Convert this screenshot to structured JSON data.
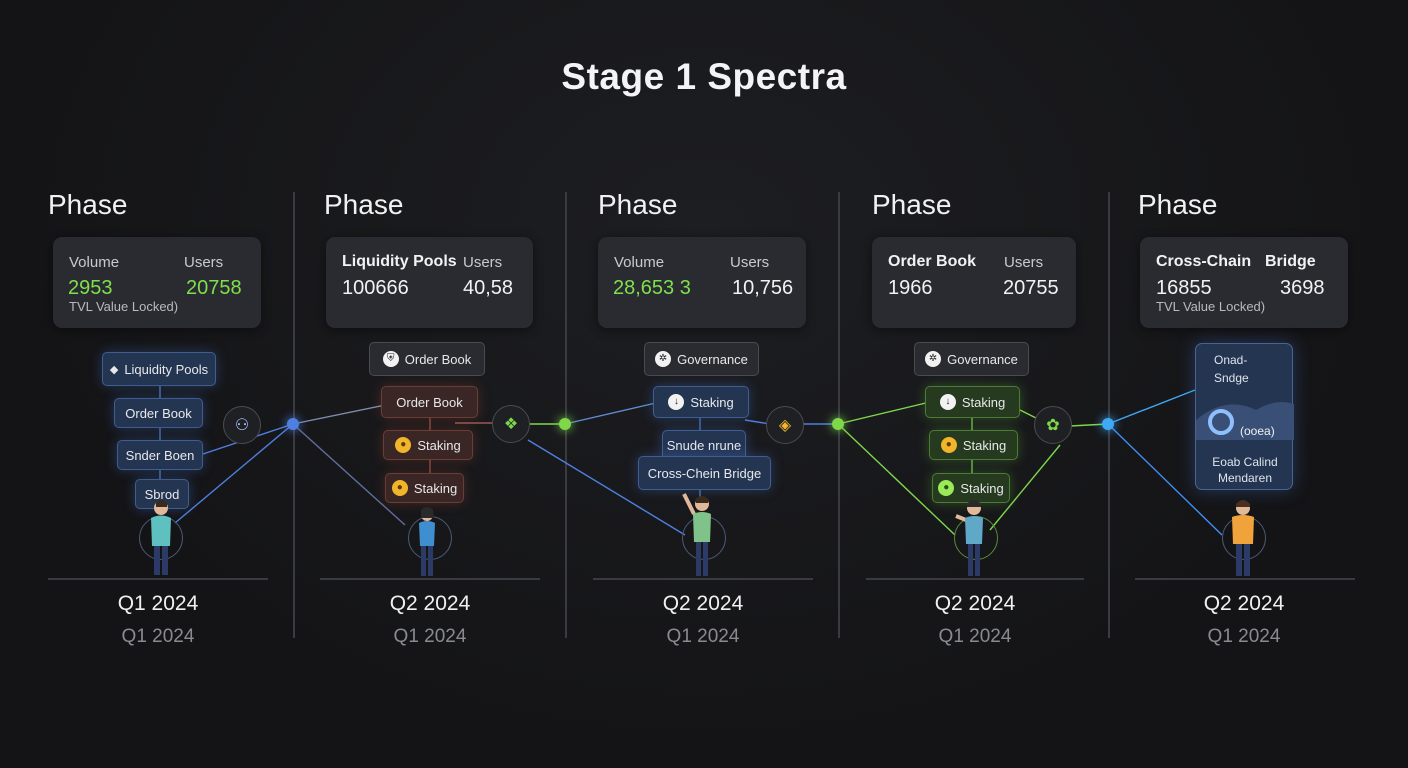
{
  "title": "Stage 1 Spectra",
  "phases": [
    {
      "label": "Phase",
      "card": {
        "k1": "Volume",
        "k2": "Users",
        "v1": "2953",
        "v2": "20758",
        "sub": "TVL Value Locked)"
      },
      "nodes": [
        "Liquidity Pools",
        "Order Book",
        "Snder Boen",
        "Sbrod"
      ],
      "q_primary": "Q1 2024",
      "q_secondary": "Q1 2024"
    },
    {
      "label": "Phase",
      "card": {
        "k1": "Liquidity Pools",
        "k2": "Users",
        "v1": "100666",
        "v2": "40,58"
      },
      "nodes": [
        "Order Book",
        "Order Book",
        "Staking",
        "Staking"
      ],
      "q_primary": "Q2 2024",
      "q_secondary": "Q1 2024"
    },
    {
      "label": "Phase",
      "card": {
        "k1": "Volume",
        "k2": "Users",
        "v1": "28,653 3",
        "v2": "10,756"
      },
      "nodes": [
        "Governance",
        "Staking",
        "Snude nrune",
        "Cross-Chein Bridge"
      ],
      "q_primary": "Q2 2024",
      "q_secondary": "Q1 2024"
    },
    {
      "label": "Phase",
      "card": {
        "k1": "Order Book",
        "k2": "Users",
        "v1": "1966",
        "v2": "20755"
      },
      "nodes": [
        "Governance",
        "Staking",
        "Staking",
        "Staking"
      ],
      "q_primary": "Q2 2024",
      "q_secondary": "Q1 2024"
    },
    {
      "label": "Phase",
      "card": {
        "k1": "Cross-Chain",
        "k2": "Bridge",
        "v1": "16855",
        "v2": "3698",
        "sub": "TVL Value Locked)"
      },
      "bridge_card": {
        "line1": "Onad-",
        "line2": "Sndge",
        "badge": "(ooea)",
        "footer1": "Eoab Calind",
        "footer2": "Mendaren"
      },
      "q_primary": "Q2 2024",
      "q_secondary": "Q1 2024"
    }
  ],
  "colors": {
    "blue": "#4f7fe0",
    "green": "#7ed84a",
    "cyan": "#3fa9f5",
    "red": "#e05a3a",
    "yellow": "#f0b52a"
  },
  "icons": [
    "diamond-icon",
    "shield-icon",
    "governance-icon",
    "staking-coin-icon",
    "person-hub-icon",
    "cube-cluster-icon",
    "diamond-token-icon",
    "clover-icon"
  ]
}
